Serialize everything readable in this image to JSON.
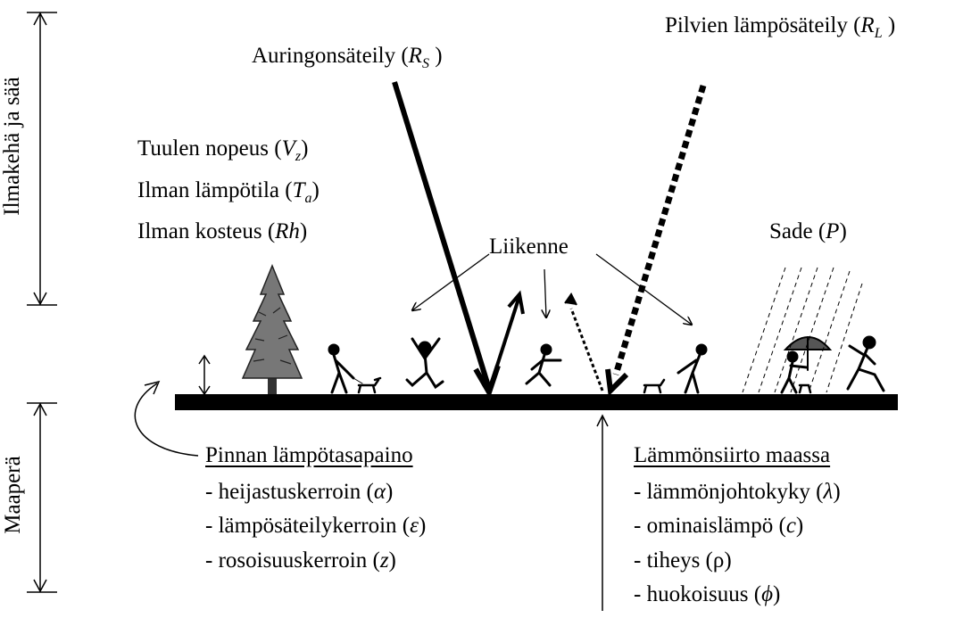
{
  "side_labels": {
    "atmosphere": "Ilmakehä ja sää",
    "soil": "Maaperä"
  },
  "radiation": {
    "solar": {
      "text": "Auringonsäteily (",
      "sym": "R",
      "sub": "S",
      "close": " )"
    },
    "cloud": {
      "text": "Pilvien lämpösäteily (",
      "sym": "R",
      "sub": "L",
      "close": " )"
    }
  },
  "weather": {
    "wind": {
      "text": "Tuulen nopeus (",
      "sym": "V",
      "sub": "z",
      "close": ")"
    },
    "temp": {
      "text": "Ilman lämpötila (",
      "sym": "T",
      "sub": "a",
      "close": ")"
    },
    "humidity": {
      "text": "Ilman kosteus (",
      "sym": "Rh",
      "close": ")"
    },
    "rain": {
      "text": "Sade (",
      "sym": "P",
      "close": ")"
    }
  },
  "traffic": "Liikenne",
  "surface_balance": {
    "title": "Pinnan lämpötasapaino",
    "items": [
      {
        "text": "- heijastuskerroin (",
        "sym": "α",
        "close": ")"
      },
      {
        "text": "- lämpösäteilykerroin (",
        "sym": "ε",
        "close": ")"
      },
      {
        "text": "- rosoisuuskerroin (",
        "sym": "z",
        "close": ")"
      }
    ]
  },
  "soil_transfer": {
    "title": "Lämmönsiirto maassa",
    "items": [
      {
        "text": "- lämmönjohtokyky (",
        "sym": "λ",
        "close": ")"
      },
      {
        "text": "- ominaislämpö (",
        "sym": "c",
        "close": ")"
      },
      {
        "text": "- tiheys (",
        "sym": "ρ",
        "close": ")",
        "upright": true
      },
      {
        "text": "- huokoisuus (",
        "sym": "ϕ",
        "close": ")"
      }
    ]
  }
}
